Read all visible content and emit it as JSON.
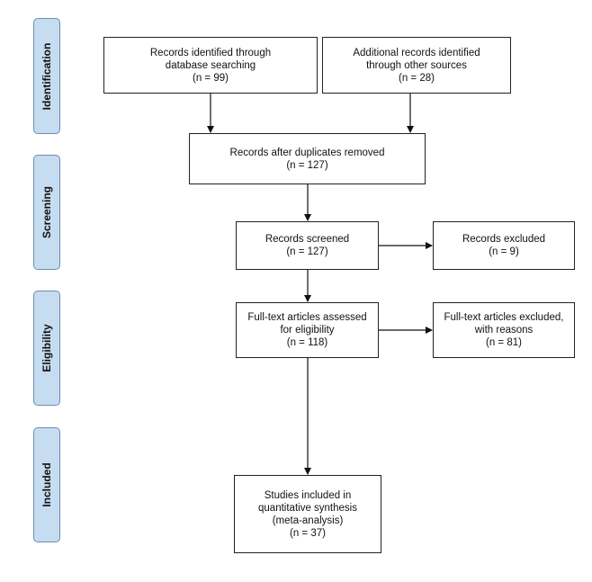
{
  "stages": {
    "identification": "Identification",
    "screening": "Screening",
    "eligibility": "Eligibility",
    "included": "Included"
  },
  "boxes": {
    "database": {
      "line1": "Records identified through",
      "line2": "database searching",
      "line3": "(n =  99)"
    },
    "other": {
      "line1": "Additional records identified",
      "line2": "through other sources",
      "line3": "(n = 28)"
    },
    "duplicates": {
      "line1": "Records after duplicates removed",
      "line2": "(n = 127)"
    },
    "screened": {
      "line1": "Records screened",
      "line2": "(n =  127)"
    },
    "excluded": {
      "line1": "Records excluded",
      "line2": "(n = 9)"
    },
    "fulltext": {
      "line1": "Full-text articles assessed",
      "line2": "for eligibility",
      "line3": "(n = 118)"
    },
    "fulltext_excluded": {
      "line1": "Full-text articles excluded,",
      "line2": "with reasons",
      "line3": "(n = 81)"
    },
    "included": {
      "line1": "Studies included in",
      "line2": "quantitative synthesis",
      "line3": "(meta-analysis)",
      "line4": "(n = 37)"
    }
  }
}
